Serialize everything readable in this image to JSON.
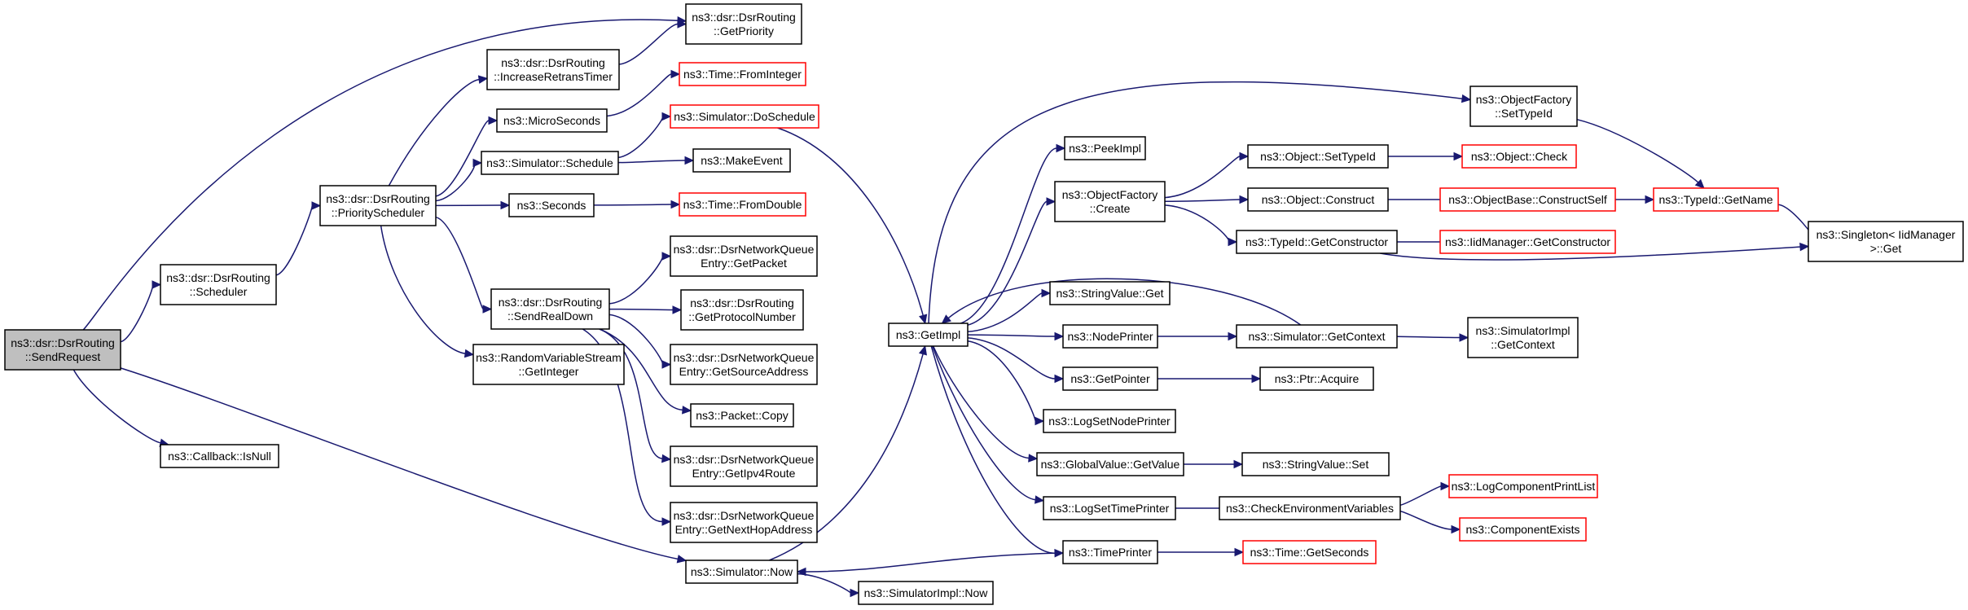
{
  "graph": {
    "root": "SendRequest",
    "nodes": [
      {
        "id": "SendRequest",
        "lines": [
          "ns3::dsr::DsrRouting",
          "::SendRequest"
        ],
        "style": "root"
      },
      {
        "id": "Scheduler",
        "lines": [
          "ns3::dsr::DsrRouting",
          "::Scheduler"
        ],
        "style": "normal"
      },
      {
        "id": "CallbackIsNull",
        "lines": [
          "ns3::Callback::IsNull"
        ],
        "style": "normal"
      },
      {
        "id": "SimulatorNow",
        "lines": [
          "ns3::Simulator::Now"
        ],
        "style": "normal"
      },
      {
        "id": "GetPriority",
        "lines": [
          "ns3::dsr::DsrRouting",
          "::GetPriority"
        ],
        "style": "normal"
      },
      {
        "id": "PriorityScheduler",
        "lines": [
          "ns3::dsr::DsrRouting",
          "::PriorityScheduler"
        ],
        "style": "normal"
      },
      {
        "id": "IncreaseRetransTimer",
        "lines": [
          "ns3::dsr::DsrRouting",
          "::IncreaseRetransTimer"
        ],
        "style": "normal"
      },
      {
        "id": "MicroSeconds",
        "lines": [
          "ns3::MicroSeconds"
        ],
        "style": "normal"
      },
      {
        "id": "SimulatorSchedule",
        "lines": [
          "ns3::Simulator::Schedule"
        ],
        "style": "normal"
      },
      {
        "id": "Seconds",
        "lines": [
          "ns3::Seconds"
        ],
        "style": "normal"
      },
      {
        "id": "SendRealDown",
        "lines": [
          "ns3::dsr::DsrRouting",
          "::SendRealDown"
        ],
        "style": "normal"
      },
      {
        "id": "GetInteger",
        "lines": [
          "ns3::RandomVariableStream",
          "::GetInteger"
        ],
        "style": "normal"
      },
      {
        "id": "FromInteger",
        "lines": [
          "ns3::Time::FromInteger"
        ],
        "style": "truncated"
      },
      {
        "id": "DoSchedule",
        "lines": [
          "ns3::Simulator::DoSchedule"
        ],
        "style": "truncated"
      },
      {
        "id": "MakeEvent",
        "lines": [
          "ns3::MakeEvent"
        ],
        "style": "normal"
      },
      {
        "id": "FromDouble",
        "lines": [
          "ns3::Time::FromDouble"
        ],
        "style": "truncated"
      },
      {
        "id": "GetPacket",
        "lines": [
          "ns3::dsr::DsrNetworkQueue",
          "Entry::GetPacket"
        ],
        "style": "normal"
      },
      {
        "id": "GetProtocolNumber",
        "lines": [
          "ns3::dsr::DsrRouting",
          "::GetProtocolNumber"
        ],
        "style": "normal"
      },
      {
        "id": "GetSourceAddress",
        "lines": [
          "ns3::dsr::DsrNetworkQueue",
          "Entry::GetSourceAddress"
        ],
        "style": "normal"
      },
      {
        "id": "PacketCopy",
        "lines": [
          "ns3::Packet::Copy"
        ],
        "style": "normal"
      },
      {
        "id": "GetIpv4Route",
        "lines": [
          "ns3::dsr::DsrNetworkQueue",
          "Entry::GetIpv4Route"
        ],
        "style": "normal"
      },
      {
        "id": "GetNextHopAddress",
        "lines": [
          "ns3::dsr::DsrNetworkQueue",
          "Entry::GetNextHopAddress"
        ],
        "style": "normal"
      },
      {
        "id": "SimulatorImplNow",
        "lines": [
          "ns3::SimulatorImpl::Now"
        ],
        "style": "normal"
      },
      {
        "id": "GetImpl",
        "lines": [
          "ns3::GetImpl"
        ],
        "style": "normal"
      },
      {
        "id": "PeekImpl",
        "lines": [
          "ns3::PeekImpl"
        ],
        "style": "normal"
      },
      {
        "id": "ObjectFactoryCreate",
        "lines": [
          "ns3::ObjectFactory",
          "::Create"
        ],
        "style": "normal"
      },
      {
        "id": "StringValueGet",
        "lines": [
          "ns3::StringValue::Get"
        ],
        "style": "normal"
      },
      {
        "id": "NodePrinter",
        "lines": [
          "ns3::NodePrinter"
        ],
        "style": "normal"
      },
      {
        "id": "GetPointer",
        "lines": [
          "ns3::GetPointer"
        ],
        "style": "normal"
      },
      {
        "id": "LogSetNodePrinter",
        "lines": [
          "ns3::LogSetNodePrinter"
        ],
        "style": "normal"
      },
      {
        "id": "GlobalValueGetValue",
        "lines": [
          "ns3::GlobalValue::GetValue"
        ],
        "style": "normal"
      },
      {
        "id": "LogSetTimePrinter",
        "lines": [
          "ns3::LogSetTimePrinter"
        ],
        "style": "normal"
      },
      {
        "id": "TimePrinter",
        "lines": [
          "ns3::TimePrinter"
        ],
        "style": "normal"
      },
      {
        "id": "ObjectFactorySetTypeId",
        "lines": [
          "ns3::ObjectFactory",
          "::SetTypeId"
        ],
        "style": "normal"
      },
      {
        "id": "ObjectSetTypeId",
        "lines": [
          "ns3::Object::SetTypeId"
        ],
        "style": "normal"
      },
      {
        "id": "ObjectConstruct",
        "lines": [
          "ns3::Object::Construct"
        ],
        "style": "normal"
      },
      {
        "id": "TypeIdGetConstructor",
        "lines": [
          "ns3::TypeId::GetConstructor"
        ],
        "style": "normal"
      },
      {
        "id": "SimulatorGetContext",
        "lines": [
          "ns3::Simulator::GetContext"
        ],
        "style": "normal"
      },
      {
        "id": "PtrAcquire",
        "lines": [
          "ns3::Ptr::Acquire"
        ],
        "style": "normal"
      },
      {
        "id": "StringValueSet",
        "lines": [
          "ns3::StringValue::Set"
        ],
        "style": "normal"
      },
      {
        "id": "CheckEnvironmentVariables",
        "lines": [
          "ns3::CheckEnvironmentVariables"
        ],
        "style": "normal"
      },
      {
        "id": "TimeGetSeconds",
        "lines": [
          "ns3::Time::GetSeconds"
        ],
        "style": "truncated"
      },
      {
        "id": "ObjectCheck",
        "lines": [
          "ns3::Object::Check"
        ],
        "style": "truncated"
      },
      {
        "id": "ObjectBaseConstructSelf",
        "lines": [
          "ns3::ObjectBase::ConstructSelf"
        ],
        "style": "truncated"
      },
      {
        "id": "IidManagerGetConstructor",
        "lines": [
          "ns3::IidManager::GetConstructor"
        ],
        "style": "truncated"
      },
      {
        "id": "SimulatorImplGetContext",
        "lines": [
          "ns3::SimulatorImpl",
          "::GetContext"
        ],
        "style": "normal"
      },
      {
        "id": "LogComponentPrintList",
        "lines": [
          "ns3::LogComponentPrintList"
        ],
        "style": "truncated"
      },
      {
        "id": "ComponentExists",
        "lines": [
          "ns3::ComponentExists"
        ],
        "style": "truncated"
      },
      {
        "id": "TypeIdGetName",
        "lines": [
          "ns3::TypeId::GetName"
        ],
        "style": "truncated"
      },
      {
        "id": "SingletonGet",
        "lines": [
          "ns3::Singleton< IidManager",
          ">::Get"
        ],
        "style": "normal"
      }
    ],
    "edges": [
      [
        "SendRequest",
        "Scheduler"
      ],
      [
        "SendRequest",
        "GetPriority"
      ],
      [
        "SendRequest",
        "CallbackIsNull"
      ],
      [
        "SendRequest",
        "SimulatorNow"
      ],
      [
        "Scheduler",
        "PriorityScheduler"
      ],
      [
        "PriorityScheduler",
        "IncreaseRetransTimer"
      ],
      [
        "PriorityScheduler",
        "MicroSeconds"
      ],
      [
        "PriorityScheduler",
        "SimulatorSchedule"
      ],
      [
        "PriorityScheduler",
        "Seconds"
      ],
      [
        "PriorityScheduler",
        "SendRealDown"
      ],
      [
        "PriorityScheduler",
        "GetInteger"
      ],
      [
        "IncreaseRetransTimer",
        "GetPriority"
      ],
      [
        "MicroSeconds",
        "FromInteger"
      ],
      [
        "SimulatorSchedule",
        "DoSchedule"
      ],
      [
        "SimulatorSchedule",
        "MakeEvent"
      ],
      [
        "Seconds",
        "FromDouble"
      ],
      [
        "SendRealDown",
        "GetPacket"
      ],
      [
        "SendRealDown",
        "GetProtocolNumber"
      ],
      [
        "SendRealDown",
        "GetSourceAddress"
      ],
      [
        "SendRealDown",
        "PacketCopy"
      ],
      [
        "SendRealDown",
        "GetIpv4Route"
      ],
      [
        "SendRealDown",
        "GetNextHopAddress"
      ],
      [
        "DoSchedule",
        "GetImpl"
      ],
      [
        "SimulatorNow",
        "GetImpl"
      ],
      [
        "SimulatorNow",
        "SimulatorImplNow"
      ],
      [
        "GetImpl",
        "ObjectFactorySetTypeId"
      ],
      [
        "GetImpl",
        "PeekImpl"
      ],
      [
        "GetImpl",
        "ObjectFactoryCreate"
      ],
      [
        "GetImpl",
        "StringValueGet"
      ],
      [
        "GetImpl",
        "NodePrinter"
      ],
      [
        "GetImpl",
        "GetPointer"
      ],
      [
        "GetImpl",
        "LogSetNodePrinter"
      ],
      [
        "GetImpl",
        "GlobalValueGetValue"
      ],
      [
        "GetImpl",
        "LogSetTimePrinter"
      ],
      [
        "GetImpl",
        "TimePrinter"
      ],
      [
        "ObjectFactoryCreate",
        "ObjectSetTypeId"
      ],
      [
        "ObjectFactoryCreate",
        "ObjectConstruct"
      ],
      [
        "ObjectFactoryCreate",
        "TypeIdGetConstructor"
      ],
      [
        "ObjectSetTypeId",
        "ObjectCheck"
      ],
      [
        "ObjectConstruct",
        "ObjectBaseConstructSelf"
      ],
      [
        "ObjectBaseConstructSelf",
        "TypeIdGetName"
      ],
      [
        "TypeIdGetConstructor",
        "IidManagerGetConstructor"
      ],
      [
        "TypeIdGetConstructor",
        "SingletonGet"
      ],
      [
        "ObjectFactorySetTypeId",
        "TypeIdGetName"
      ],
      [
        "TypeIdGetName",
        "SingletonGet"
      ],
      [
        "NodePrinter",
        "SimulatorGetContext"
      ],
      [
        "SimulatorGetContext",
        "GetImpl"
      ],
      [
        "SimulatorGetContext",
        "SimulatorImplGetContext"
      ],
      [
        "GetPointer",
        "PtrAcquire"
      ],
      [
        "GlobalValueGetValue",
        "StringValueSet"
      ],
      [
        "LogSetTimePrinter",
        "CheckEnvironmentVariables"
      ],
      [
        "CheckEnvironmentVariables",
        "LogComponentPrintList"
      ],
      [
        "CheckEnvironmentVariables",
        "ComponentExists"
      ],
      [
        "TimePrinter",
        "TimeGetSeconds"
      ],
      [
        "TimePrinter",
        "SimulatorNow"
      ]
    ]
  },
  "colors": {
    "root_fill": "#bfbfbf",
    "node_fill": "#ffffff",
    "node_border": "#000000",
    "truncated_border": "#ff0000",
    "edge": "#191970"
  }
}
